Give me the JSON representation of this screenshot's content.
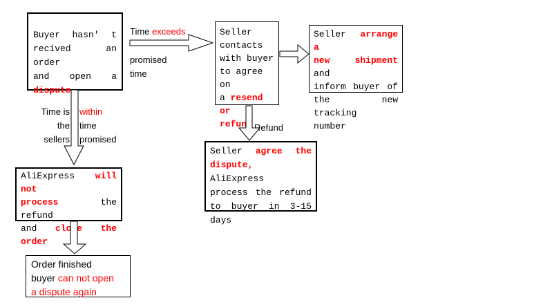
{
  "colors": {
    "red": "#ff0000",
    "black": "#000000",
    "background": "#ffffff",
    "border": "#000000"
  },
  "boxes": {
    "buyer_dispute": {
      "text": "Buyer hasn' t recived an order and open a dispute",
      "lines": [
        {
          "j": true,
          "seg": [
            {
              "t": "Buyer hasn' t"
            }
          ]
        },
        {
          "j": true,
          "seg": [
            {
              "t": "recived an order"
            }
          ]
        },
        {
          "j": true,
          "seg": [
            {
              "t": "and open a"
            }
          ]
        },
        {
          "j": false,
          "seg": [
            {
              "t": "dispute",
              "red": true
            }
          ]
        }
      ]
    },
    "seller_contacts": {
      "text": "Seller contacts with buyer to agree on a resend or refund",
      "lines": [
        {
          "j": false,
          "seg": [
            {
              "t": "Seller"
            }
          ]
        },
        {
          "j": false,
          "seg": [
            {
              "t": "contacts"
            }
          ]
        },
        {
          "j": false,
          "seg": [
            {
              "t": "with buyer"
            }
          ]
        },
        {
          "j": false,
          "seg": [
            {
              "t": "to agree on"
            }
          ]
        },
        {
          "j": false,
          "seg": [
            {
              "t": "a "
            },
            {
              "t": "resend or",
              "red": true
            }
          ]
        },
        {
          "j": false,
          "seg": [
            {
              "t": "refund",
              "red": true
            }
          ]
        }
      ]
    },
    "seller_arrange": {
      "text": "Seller arrange a new shipment and inform buyer of the new tracking number",
      "lines": [
        {
          "j": true,
          "seg": [
            {
              "t": "Seller "
            },
            {
              "t": "arrange a",
              "red": true
            }
          ]
        },
        {
          "j": true,
          "seg": [
            {
              "t": "new shipment",
              "red": true
            },
            {
              "t": " and"
            }
          ]
        },
        {
          "j": true,
          "seg": [
            {
              "t": "inform buyer of"
            }
          ]
        },
        {
          "j": true,
          "seg": [
            {
              "t": "the new tracking"
            }
          ]
        },
        {
          "j": false,
          "seg": [
            {
              "t": "number"
            }
          ]
        }
      ]
    },
    "aliexpress_close": {
      "text": "AliExpress will not process the refund and close the order",
      "lines": [
        {
          "j": true,
          "seg": [
            {
              "t": "AliExpress "
            },
            {
              "t": "will not",
              "red": true
            }
          ]
        },
        {
          "j": true,
          "seg": [
            {
              "t": "process",
              "red": true
            },
            {
              "t": " the refund"
            }
          ]
        },
        {
          "j": true,
          "seg": [
            {
              "t": "and "
            },
            {
              "t": "close the",
              "red": true
            }
          ]
        },
        {
          "j": false,
          "seg": [
            {
              "t": "order",
              "red": true
            }
          ]
        }
      ]
    },
    "seller_agree": {
      "text": "Seller agree the dispute, AliExpress process the refund to buyer in 3-15 days",
      "lines": [
        {
          "j": true,
          "seg": [
            {
              "t": "Seller "
            },
            {
              "t": "agree the",
              "red": true
            }
          ]
        },
        {
          "j": true,
          "seg": [
            {
              "t": "dispute,",
              "red": true
            },
            {
              "t": " AliExpress"
            }
          ]
        },
        {
          "j": true,
          "seg": [
            {
              "t": "process the refund"
            }
          ]
        },
        {
          "j": true,
          "seg": [
            {
              "t": "to buyer in 3-15"
            }
          ]
        },
        {
          "j": false,
          "seg": [
            {
              "t": "days"
            }
          ]
        }
      ]
    },
    "order_finished": {
      "text": "Order finished buyer can not open a dispute again",
      "lines": [
        {
          "j": false,
          "seg": [
            {
              "t": "Order finished"
            }
          ]
        },
        {
          "j": false,
          "seg": [
            {
              "t": "buyer "
            },
            {
              "t": "can not open",
              "red": true
            }
          ]
        },
        {
          "j": false,
          "seg": [
            {
              "t": "a dispute again",
              "red": true
            }
          ]
        }
      ]
    }
  },
  "labels": {
    "time_exceeds": {
      "lines": [
        {
          "j": false,
          "seg": [
            {
              "t": "Time "
            },
            {
              "t": "exceeds",
              "red": true
            }
          ]
        }
      ]
    },
    "promised_time": {
      "lines": [
        {
          "j": false,
          "seg": [
            {
              "t": "promised"
            }
          ]
        },
        {
          "j": false,
          "seg": [
            {
              "t": "time"
            }
          ]
        }
      ]
    },
    "within_left": {
      "lines": [
        {
          "j": false,
          "seg": [
            {
              "t": "Time is"
            }
          ]
        },
        {
          "j": false,
          "seg": [
            {
              "t": "the"
            }
          ]
        },
        {
          "j": false,
          "seg": [
            {
              "t": "sellers"
            }
          ]
        }
      ]
    },
    "within_right": {
      "lines": [
        {
          "j": false,
          "seg": [
            {
              "t": "within",
              "red": true
            }
          ]
        },
        {
          "j": false,
          "seg": [
            {
              "t": "time"
            }
          ]
        },
        {
          "j": false,
          "seg": [
            {
              "t": "promised"
            }
          ]
        }
      ]
    },
    "refund": "Refund"
  },
  "arrows": [
    {
      "id": "arrow-exceeds",
      "direction": "right",
      "from": "buyer_dispute",
      "to": "seller_contacts"
    },
    {
      "id": "arrow-to-shipment",
      "direction": "right",
      "from": "seller_contacts",
      "to": "seller_arrange"
    },
    {
      "id": "arrow-within",
      "direction": "down",
      "from": "buyer_dispute",
      "to": "aliexpress_close"
    },
    {
      "id": "arrow-refund",
      "direction": "down",
      "from": "seller_contacts",
      "to": "seller_agree"
    },
    {
      "id": "arrow-order-finished",
      "direction": "down",
      "from": "aliexpress_close",
      "to": "order_finished"
    }
  ]
}
